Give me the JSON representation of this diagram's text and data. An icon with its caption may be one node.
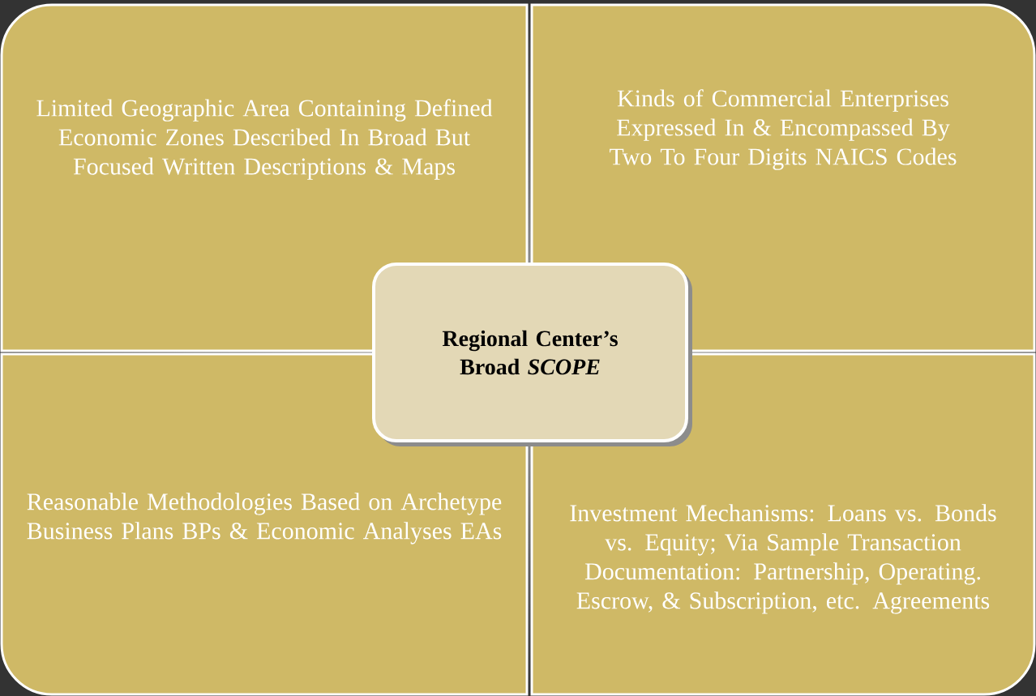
{
  "diagram": {
    "nodes": [
      {
        "text": [
          "Limited Geographic Area Containing Defined Economic Zones  Described In Broad But Focused Written Descriptions & Maps"
        ]
      },
      {
        "text": [
          "Kinds of Commercial Enterprises Expressed In & Encompassed By Two To Four Digits NAICS Codes"
        ]
      },
      {
        "text": [
          "Reasonable Methodologies Based on Archetype Business Plans BPs & Economic Analyses EAs"
        ]
      },
      {
        "text": [
          "Investment Mechanisms: Loans vs. Bonds vs. Equity; Via Sample Transaction Documentation: Partnership, Operating. Escrow, & Subscription, etc. Agreements"
        ]
      },
      {
        "text": [
          "Regional Center’s Broad *SCOPE*"
        ]
      }
    ]
  }
}
